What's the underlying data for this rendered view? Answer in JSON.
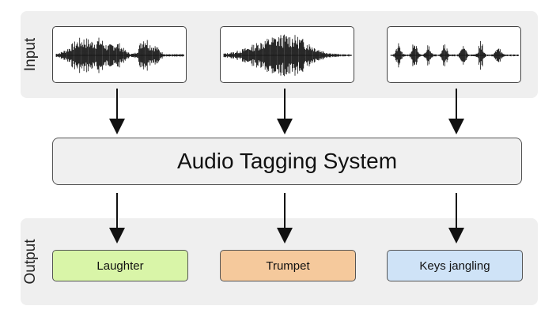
{
  "labels": {
    "input": "Input",
    "output": "Output"
  },
  "system": {
    "title": "Audio Tagging System"
  },
  "tags": [
    {
      "label": "Laughter",
      "color": "#d9f5a8"
    },
    {
      "label": "Trumpet",
      "color": "#f5c99c"
    },
    {
      "label": "Keys jangling",
      "color": "#cfe3f7"
    }
  ],
  "colors": {
    "band": "#efefef",
    "waveform": "#111111",
    "arrow": "#111111"
  },
  "icons": [
    "waveform-laughter",
    "waveform-trumpet",
    "waveform-keys",
    "down-arrow"
  ]
}
